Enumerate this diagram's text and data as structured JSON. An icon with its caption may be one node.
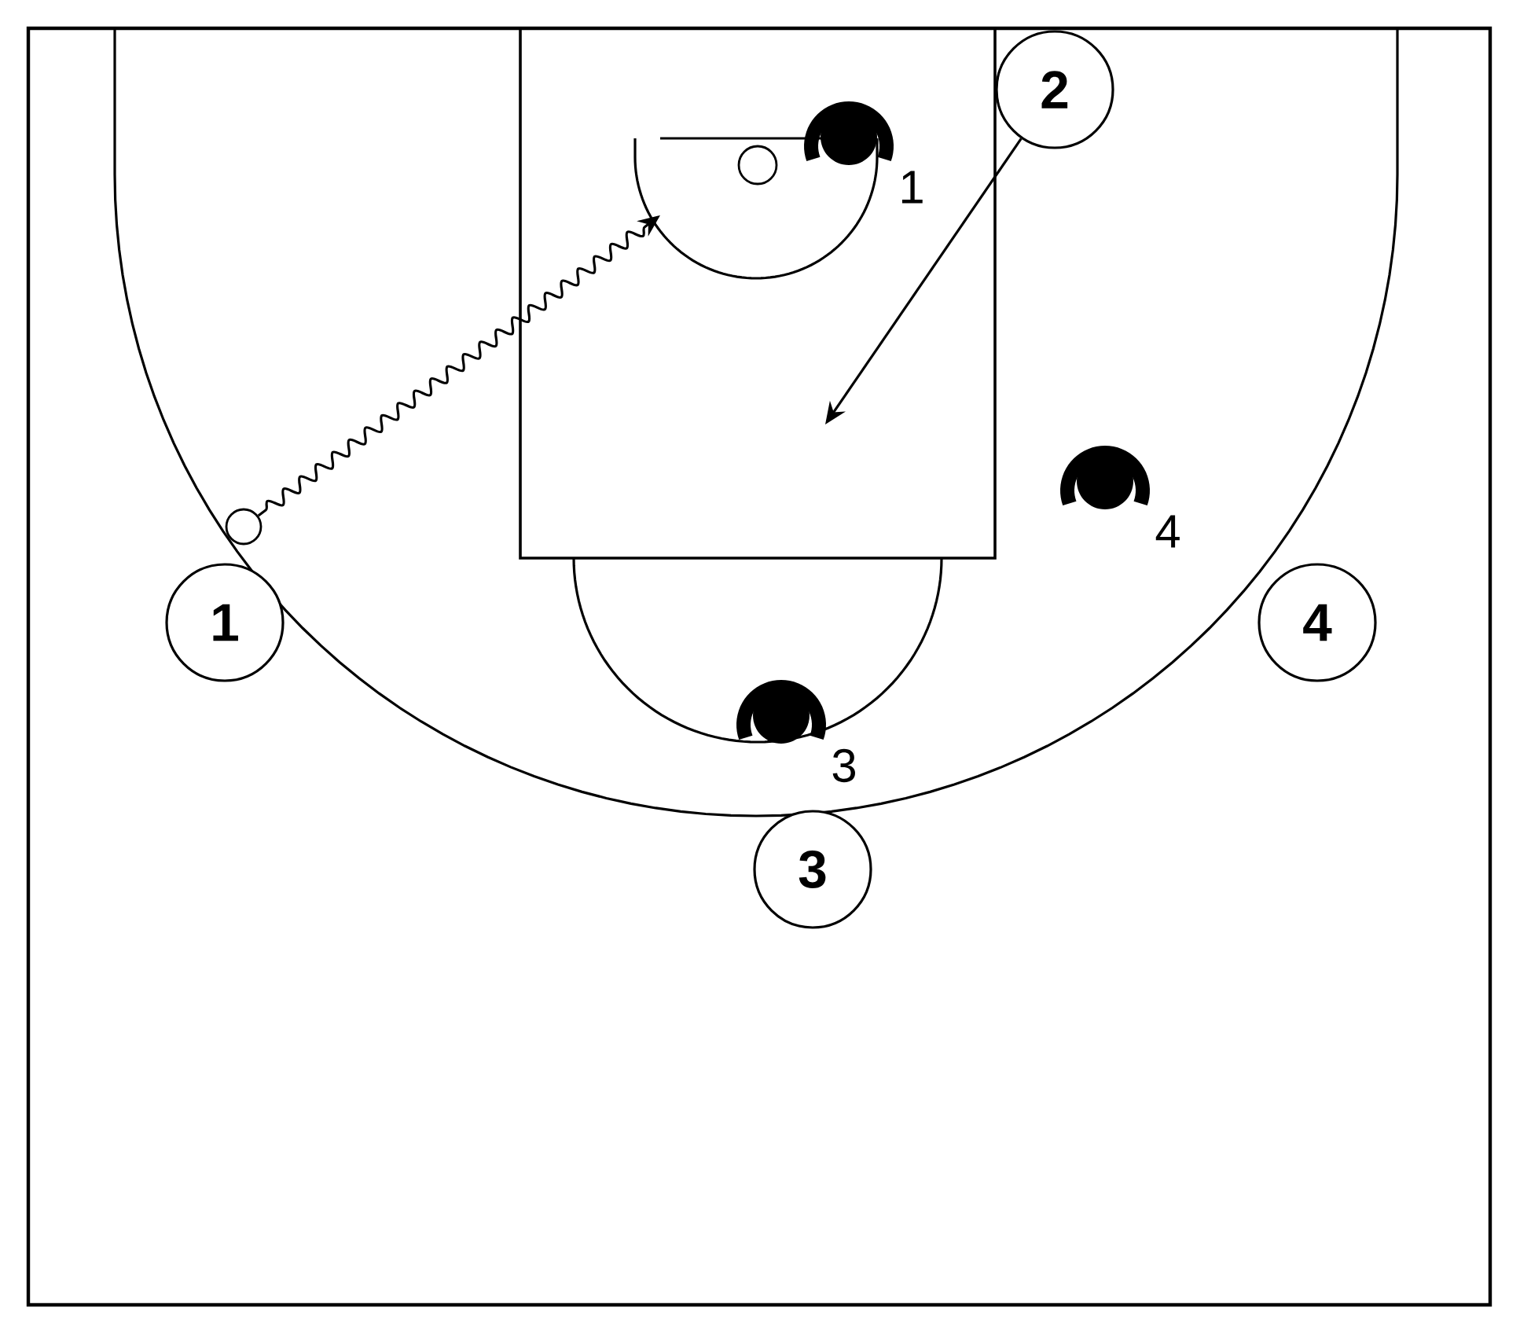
{
  "diagram": {
    "nodes": [
      {
        "text": [
          "1"
        ]
      },
      {
        "text": [
          "2"
        ]
      },
      {
        "text": [
          "3"
        ]
      },
      {
        "text": [
          "4"
        ]
      },
      {
        "text": [],
        "shape": "circle"
      },
      {
        "text": [],
        "shape": "person",
        "beside": [
          "1"
        ]
      },
      {
        "text": [],
        "shape": "person",
        "beside": [
          "4"
        ]
      },
      {
        "text": [],
        "shape": "person",
        "beside": [
          "3"
        ]
      }
    ],
    "edges": [
      {
        "from": 4,
        "to": null,
        "arrow": "to"
      },
      {
        "from": 1,
        "to": null,
        "arrow": "to"
      }
    ]
  }
}
